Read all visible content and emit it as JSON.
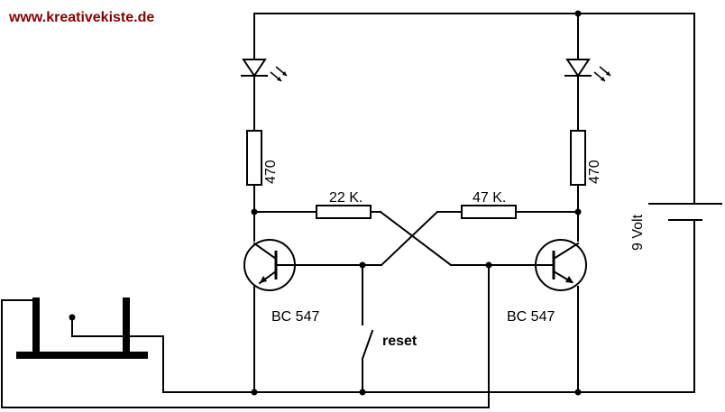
{
  "site_url": "www.kreativekiste.de",
  "labels": {
    "r_left_led": "470",
    "r_right_led": "470",
    "r_base_left": "22 K.",
    "r_base_right": "47 K.",
    "transistor_left": "BC 547",
    "transistor_right": "BC 547",
    "switch": "reset",
    "battery": "9 Volt"
  },
  "colors": {
    "site_url": "#8b0000",
    "lines": "#000000"
  }
}
